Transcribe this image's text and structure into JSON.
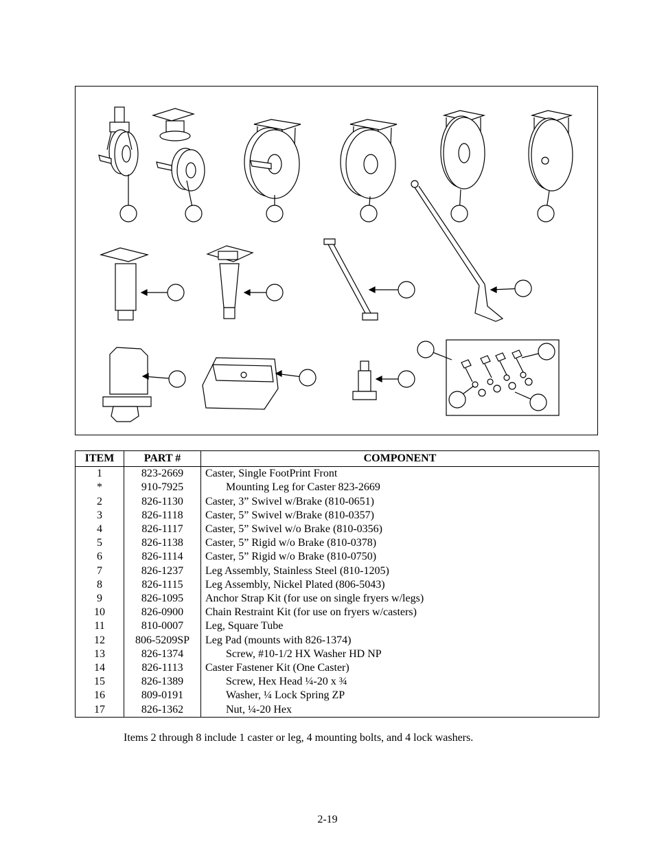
{
  "table": {
    "headers": {
      "item": "ITEM",
      "part": "PART #",
      "component": "COMPONENT"
    },
    "rows": [
      {
        "item": "1",
        "part": "823-2669",
        "component": "Caster, Single FootPrint Front",
        "indent": false
      },
      {
        "item": "*",
        "part": "910-7925",
        "component": "Mounting Leg for Caster 823-2669",
        "indent": true
      },
      {
        "item": "2",
        "part": "826-1130",
        "component": "Caster, 3” Swivel w/Brake (810-0651)",
        "indent": false
      },
      {
        "item": "3",
        "part": "826-1118",
        "component": "Caster, 5” Swivel w/Brake (810-0357)",
        "indent": false
      },
      {
        "item": "4",
        "part": "826-1117",
        "component": "Caster, 5” Swivel w/o Brake (810-0356)",
        "indent": false
      },
      {
        "item": "5",
        "part": "826-1138",
        "component": "Caster, 5” Rigid w/o Brake (810-0378)",
        "indent": false
      },
      {
        "item": "6",
        "part": "826-1114",
        "component": "Caster, 5” Rigid w/o Brake (810-0750)",
        "indent": false
      },
      {
        "item": "7",
        "part": "826-1237",
        "component": "Leg Assembly, Stainless Steel (810-1205)",
        "indent": false
      },
      {
        "item": "8",
        "part": "826-1115",
        "component": "Leg Assembly, Nickel Plated  (806-5043)",
        "indent": false
      },
      {
        "item": "9",
        "part": "826-1095",
        "component": "Anchor Strap Kit (for use on single fryers w/legs)",
        "indent": false
      },
      {
        "item": "10",
        "part": "826-0900",
        "component": "Chain Restraint Kit (for use on fryers w/casters)",
        "indent": false
      },
      {
        "item": "11",
        "part": "810-0007",
        "component": "Leg, Square Tube",
        "indent": false
      },
      {
        "item": "12",
        "part": "806-5209SP",
        "component": "Leg Pad (mounts with 826-1374)",
        "indent": false
      },
      {
        "item": "13",
        "part": "826-1374",
        "component": "Screw, #10-1/2 HX Washer HD NP",
        "indent": true
      },
      {
        "item": "14",
        "part": "826-1113",
        "component": "Caster Fastener Kit (One Caster)",
        "indent": false
      },
      {
        "item": "15",
        "part": "826-1389",
        "component": "Screw, Hex Head ¼-20 x ¾",
        "indent": true
      },
      {
        "item": "16",
        "part": "809-0191",
        "component": "Washer, ¼ Lock Spring ZP",
        "indent": true
      },
      {
        "item": "17",
        "part": "826-1362",
        "component": "Nut, ¼-20 Hex",
        "indent": true
      }
    ]
  },
  "note": "Items 2 through 8 include 1 caster or leg, 4 mounting bolts, and 4 lock washers.",
  "page_number": "2-19"
}
